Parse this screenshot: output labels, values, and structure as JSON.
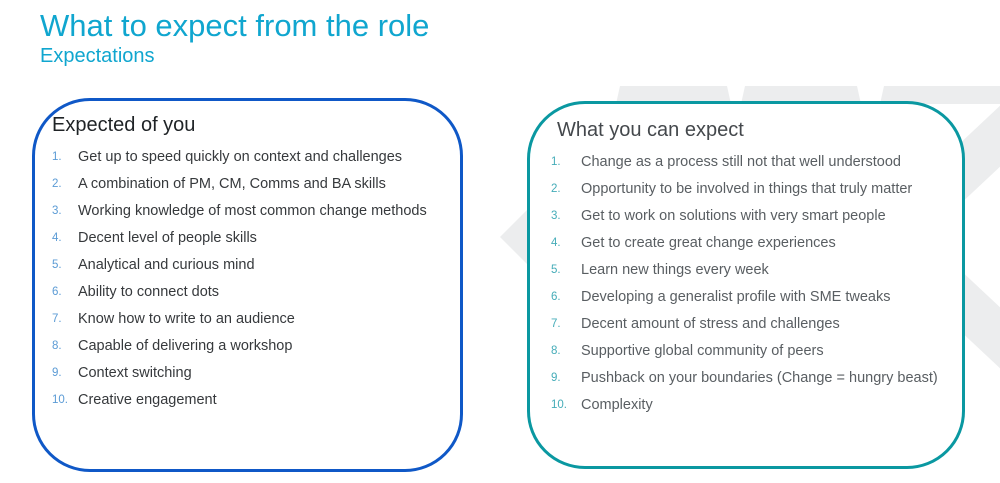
{
  "header": {
    "title": "What to expect from the role",
    "subtitle": "Expectations"
  },
  "colors": {
    "title_cyan": "#10a6cf",
    "left_panel_border": "#0f58c7",
    "right_panel_border": "#0a98a1",
    "left_number": "#5b9bd5",
    "right_number": "#45acb8",
    "left_item_text": "#36393c",
    "right_item_text": "#595e62",
    "decor_gray": "#ecedee"
  },
  "panels": [
    {
      "id": "expected-of-you",
      "title": "Expected of you",
      "items": [
        "Get up to speed quickly on context and challenges",
        "A combination of PM, CM, Comms and BA skills",
        "Working knowledge of most common change methods",
        "Decent level of people skills",
        "Analytical and curious mind",
        "Ability to connect dots",
        "Know how to write to an audience",
        "Capable of delivering a workshop",
        "Context switching",
        "Creative engagement"
      ]
    },
    {
      "id": "what-you-can-expect",
      "title": "What you can expect",
      "items": [
        "Change as a process still not that well understood",
        "Opportunity to be involved in things that truly matter",
        "Get to work on solutions with very smart people",
        "Get to create great change experiences",
        "Learn new things every week",
        "Developing a generalist profile with SME tweaks",
        "Decent amount of stress and challenges",
        "Supportive global community of peers",
        "Pushback on your boundaries (Change = hungry beast)",
        "Complexity"
      ]
    }
  ]
}
